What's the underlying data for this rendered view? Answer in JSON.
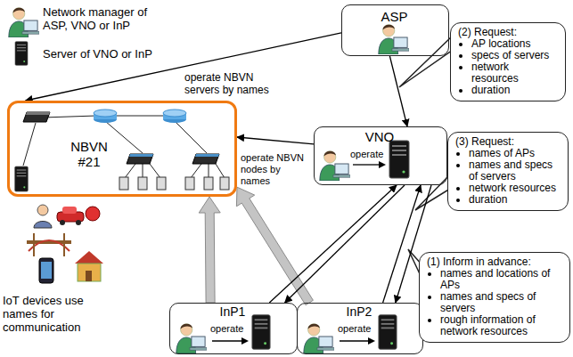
{
  "diagram": {
    "nodes": [
      {
        "text": [
          "ASP"
        ]
      },
      {
        "text": [
          "(2) Request:",
          "AP locations",
          "specs of servers",
          "network resources",
          "duration"
        ]
      },
      {
        "text": [
          "VNO",
          "operate"
        ]
      },
      {
        "text": [
          "NBVN #21"
        ]
      },
      {
        "text": [
          "(3) Request:",
          "names of APs",
          "names and specs of servers",
          "network resources",
          "duration"
        ]
      },
      {
        "text": [
          "InP1",
          "operate"
        ]
      },
      {
        "text": [
          "InP2",
          "operate"
        ]
      },
      {
        "text": [
          "(1) Inform in advance:",
          "names and locations of APs",
          "names and specs of servers",
          "rough information of network resources"
        ]
      }
    ],
    "edges": [
      {
        "from": 0,
        "to": 2,
        "arrow": "to"
      },
      {
        "from": 0,
        "to": 3,
        "arrow": "to",
        "label": "operate NBVN servers by names"
      },
      {
        "from": 2,
        "to": 3,
        "arrow": "to",
        "label": "operate NBVN nodes by names"
      },
      {
        "from": 5,
        "to": 3,
        "arrow": "to"
      },
      {
        "from": 6,
        "to": 3,
        "arrow": "to"
      },
      {
        "from": 5,
        "to": 2,
        "arrow": "to"
      },
      {
        "from": 2,
        "to": 5,
        "arrow": "to"
      },
      {
        "from": 6,
        "to": 2,
        "arrow": "to"
      },
      {
        "from": 2,
        "to": 6,
        "arrow": "to"
      }
    ],
    "labels": [
      "IoT devices use names for communication"
    ],
    "legend": [
      {
        "text": "Network manager of ASP, VNO or InP"
      },
      {
        "text": "Server of VNO or InP"
      }
    ]
  }
}
